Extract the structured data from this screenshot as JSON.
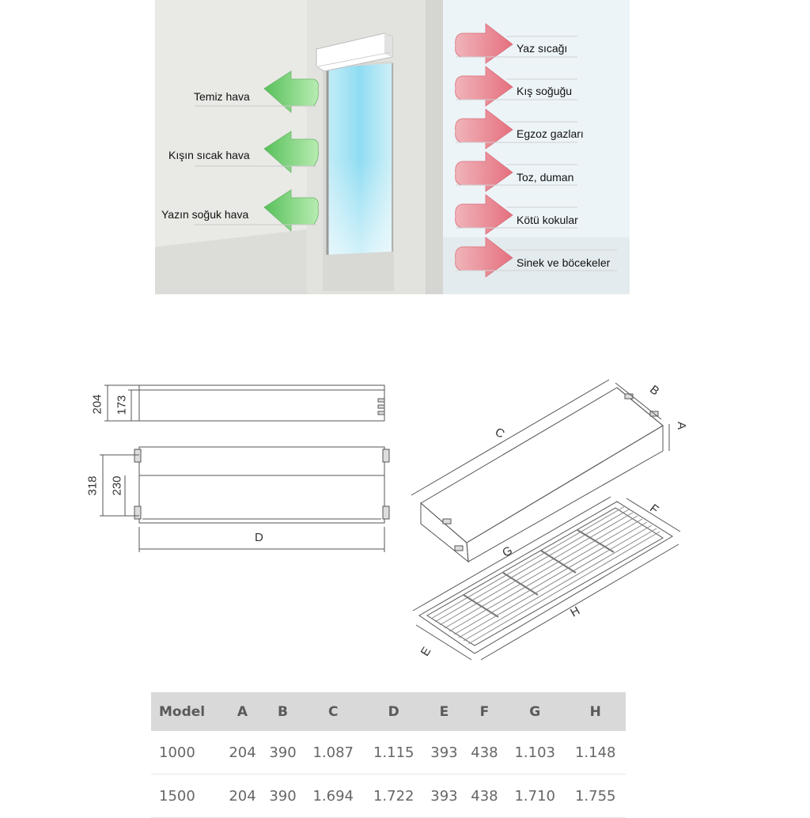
{
  "scene": {
    "inside_labels": [
      "Temiz hava",
      "Kışın sıcak hava",
      "Yazın soğuk hava"
    ],
    "outside_labels": [
      "Yaz sıcağı",
      "Kış soğuğu",
      "Egzoz gazları",
      "Toz, duman",
      "Kötü kokular",
      "Sinek ve böcekeler"
    ]
  },
  "drawings": {
    "front_height_outer": "204",
    "front_height_inner": "173",
    "top_depth_outer": "318",
    "top_depth_inner": "230",
    "length_label": "D",
    "iso_labels": {
      "a": "A",
      "b": "B",
      "c": "C",
      "e": "E",
      "f": "F",
      "g": "G",
      "h": "H"
    }
  },
  "table": {
    "headers": [
      "Model",
      "A",
      "B",
      "C",
      "D",
      "E",
      "F",
      "G",
      "H"
    ],
    "rows": [
      [
        "1000",
        "204",
        "390",
        "1.087",
        "1.115",
        "393",
        "438",
        "1.103",
        "1.148"
      ],
      [
        "1500",
        "204",
        "390",
        "1.694",
        "1.722",
        "393",
        "438",
        "1.710",
        "1.755"
      ]
    ]
  },
  "colors": {
    "inside_arrow": "#7ed27a",
    "outside_arrow": "#ec8a94",
    "air_curtain_glow": "#a8e4f4"
  }
}
